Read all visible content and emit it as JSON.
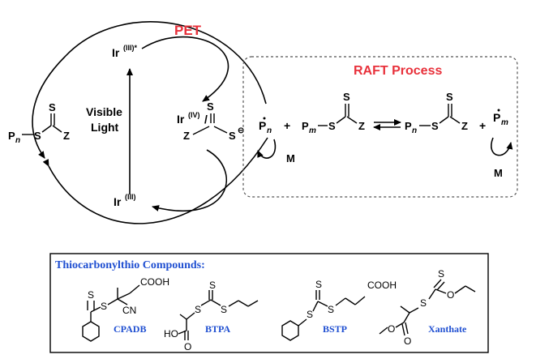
{
  "photocatalysis": {
    "pet_label": "PET",
    "ir_excited": "Ir(III)*",
    "ir_ground": "Ir(III)",
    "ir_oxidized": "Ir(IV)",
    "visible_light_line1": "Visible",
    "visible_light_line2": "Light",
    "cta_left": "Pn–S(C=S)Z"
  },
  "raft": {
    "title": "RAFT Process",
    "monomer": "M"
  },
  "compounds": {
    "title": "Thiocarbonylthio Compounds:",
    "names": [
      "CPADB",
      "BTPA",
      "BSTP",
      "Xanthate"
    ],
    "cpadb_groups": [
      "COOH",
      "CN"
    ],
    "btpa_groups": [
      "HO",
      "O"
    ],
    "bstp_groups": [
      "COOH"
    ]
  }
}
